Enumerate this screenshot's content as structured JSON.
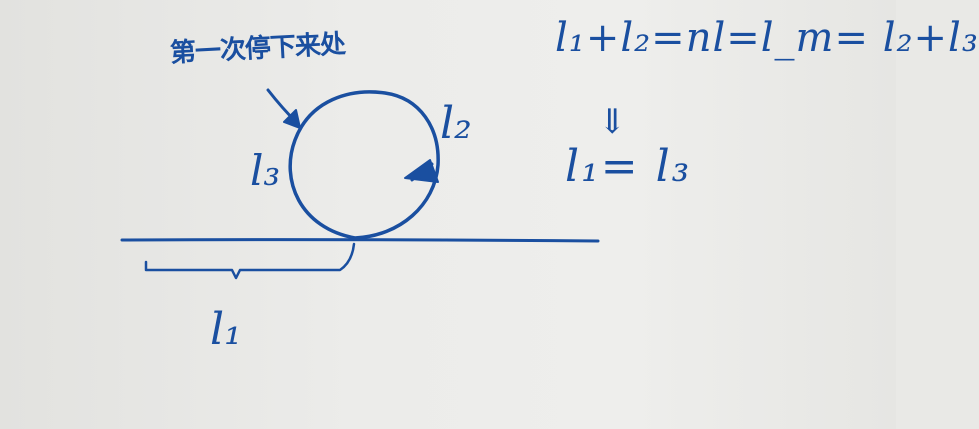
{
  "diagram": {
    "note": "第一次停下来处",
    "labels": {
      "l1": "l₁",
      "l2": "l₂",
      "l3": "l₃"
    },
    "equation_top": "l₁+l₂=nl=l_m= l₂+l₃",
    "implies_symbol": "⇓",
    "equation_bottom": "l₁= l₃",
    "ink_color": "#1a4fa0",
    "paper_color": "#ececea"
  }
}
